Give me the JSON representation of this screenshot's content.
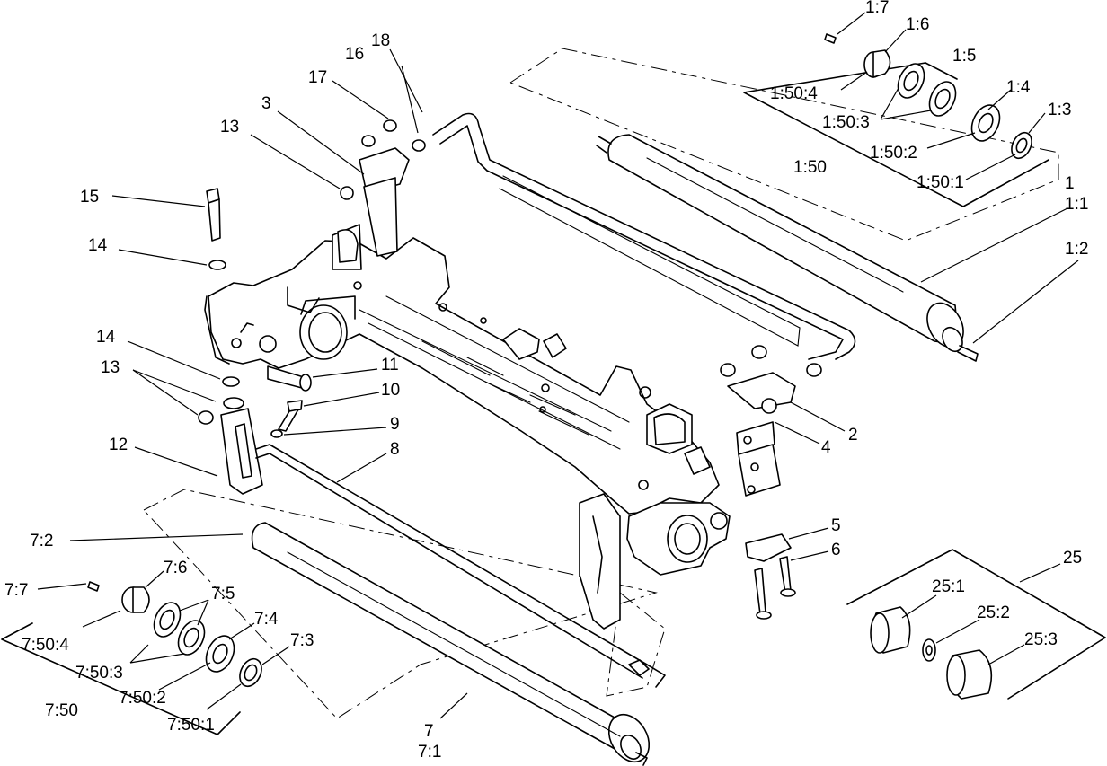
{
  "labels": {
    "l_1_7": "1:7",
    "l_1_6": "1:6",
    "l_1_5": "1:5",
    "l_1_50_4": "1:50:4",
    "l_1_4": "1:4",
    "l_1_50_3": "1:50:3",
    "l_1_3": "1:3",
    "l_1_50_2": "1:50:2",
    "l_1_50": "1:50",
    "l_1_50_1": "1:50:1",
    "l_1": "1",
    "l_1_1": "1:1",
    "l_1_2": "1:2",
    "l_18": "18",
    "l_16": "16",
    "l_17": "17",
    "l_3": "3",
    "l_13a": "13",
    "l_15": "15",
    "l_14a": "14",
    "l_14b": "14",
    "l_11": "11",
    "l_13b": "13",
    "l_10": "10",
    "l_9": "9",
    "l_8": "8",
    "l_12": "12",
    "l_2": "2",
    "l_4": "4",
    "l_5": "5",
    "l_6": "6",
    "l_25": "25",
    "l_25_1": "25:1",
    "l_25_2": "25:2",
    "l_25_3": "25:3",
    "l_7_2": "7:2",
    "l_7_6": "7:6",
    "l_7_7": "7:7",
    "l_7_5": "7:5",
    "l_7_4": "7:4",
    "l_7_50_4": "7:50:4",
    "l_7_3": "7:3",
    "l_7_50_3": "7:50:3",
    "l_7_50_2": "7:50:2",
    "l_7_50": "7:50",
    "l_7_50_1": "7:50:1",
    "l_7": "7",
    "l_7_1": "7:1"
  }
}
